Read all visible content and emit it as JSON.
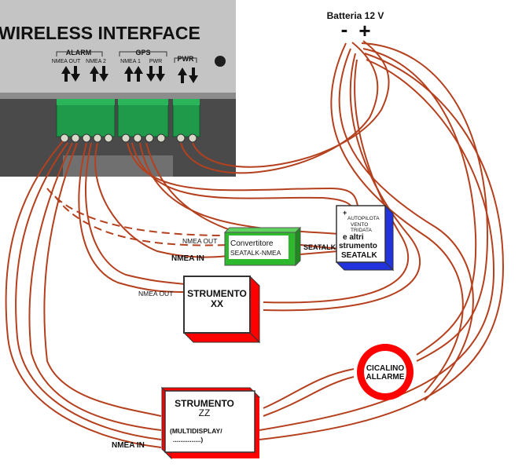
{
  "device": {
    "title": "WIRELESS INTERFACE",
    "groups": [
      {
        "label": "ALARM",
        "sub": [
          "NMEA OUT",
          "NMEA 2"
        ]
      },
      {
        "label": "GPS",
        "sub": [
          "NMEA 1",
          "PWR"
        ]
      },
      {
        "label": "PWR",
        "sub": []
      }
    ]
  },
  "battery": {
    "label": "Batteria 12 V",
    "minus": "-",
    "plus": "+"
  },
  "converter": {
    "line1": "Convertitore",
    "line2": "SEATALK-NMEA",
    "in_label": "NMEA IN",
    "out_label": "NMEA OUT"
  },
  "seatalk_link": {
    "label": "SEATALK"
  },
  "autopilot": {
    "plus": "+",
    "line1": "AUTOPILOTA",
    "line2": "VENTO",
    "line3": "TRIDATA",
    "line4": "e altri",
    "line5": "strumento",
    "line6": "SEATALK"
  },
  "strumento_xx": {
    "line1": "STRUMENTO",
    "line2": "XX",
    "out_label": "NMEA OUT"
  },
  "cicalino": {
    "line1": "CICALINO",
    "line2": "ALLARME"
  },
  "strumento_zz": {
    "line1": "STRUMENTO",
    "line2": "ZZ",
    "line3": "(MULTIDISPLAY/",
    "line4": "...............)",
    "in_label": "NMEA IN"
  },
  "colors": {
    "wire": "#b5401e",
    "red": "#ff0000",
    "green": "#2db82d",
    "blue": "#2233dd",
    "device": "#bdbdbd"
  }
}
